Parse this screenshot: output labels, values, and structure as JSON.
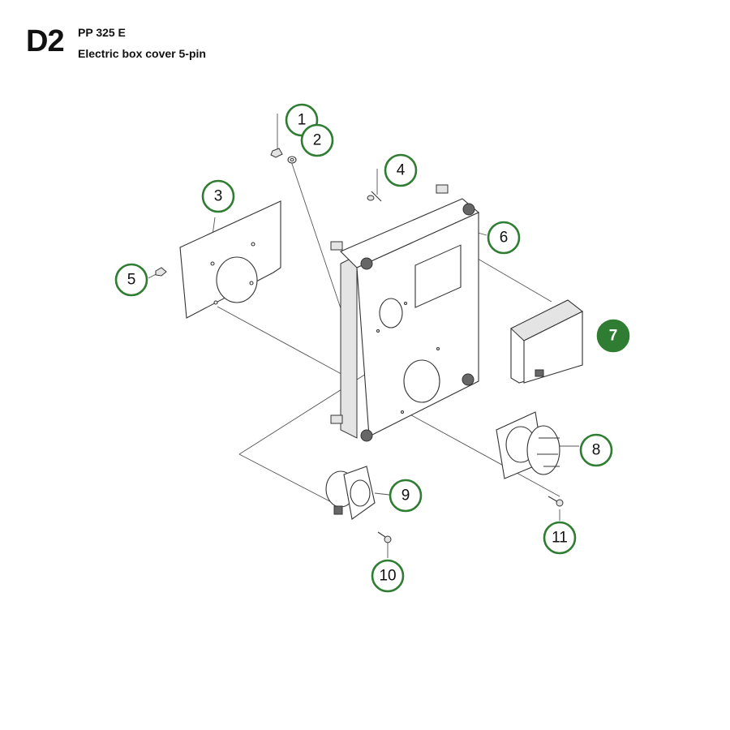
{
  "header": {
    "section_code": "D2",
    "model": "PP 325 E",
    "subtitle": "Electric box cover 5-pin"
  },
  "callouts": [
    {
      "id": "1",
      "label": "1"
    },
    {
      "id": "2",
      "label": "2"
    },
    {
      "id": "3",
      "label": "3"
    },
    {
      "id": "4",
      "label": "4"
    },
    {
      "id": "5",
      "label": "5"
    },
    {
      "id": "6",
      "label": "6"
    },
    {
      "id": "7",
      "label": "7"
    },
    {
      "id": "8",
      "label": "8"
    },
    {
      "id": "9",
      "label": "9"
    },
    {
      "id": "10",
      "label": "10"
    },
    {
      "id": "11",
      "label": "11"
    }
  ],
  "colors": {
    "callout_ring": "#2f7d32",
    "callout_active_fill": "#2f7d32"
  },
  "active_callout": "7"
}
